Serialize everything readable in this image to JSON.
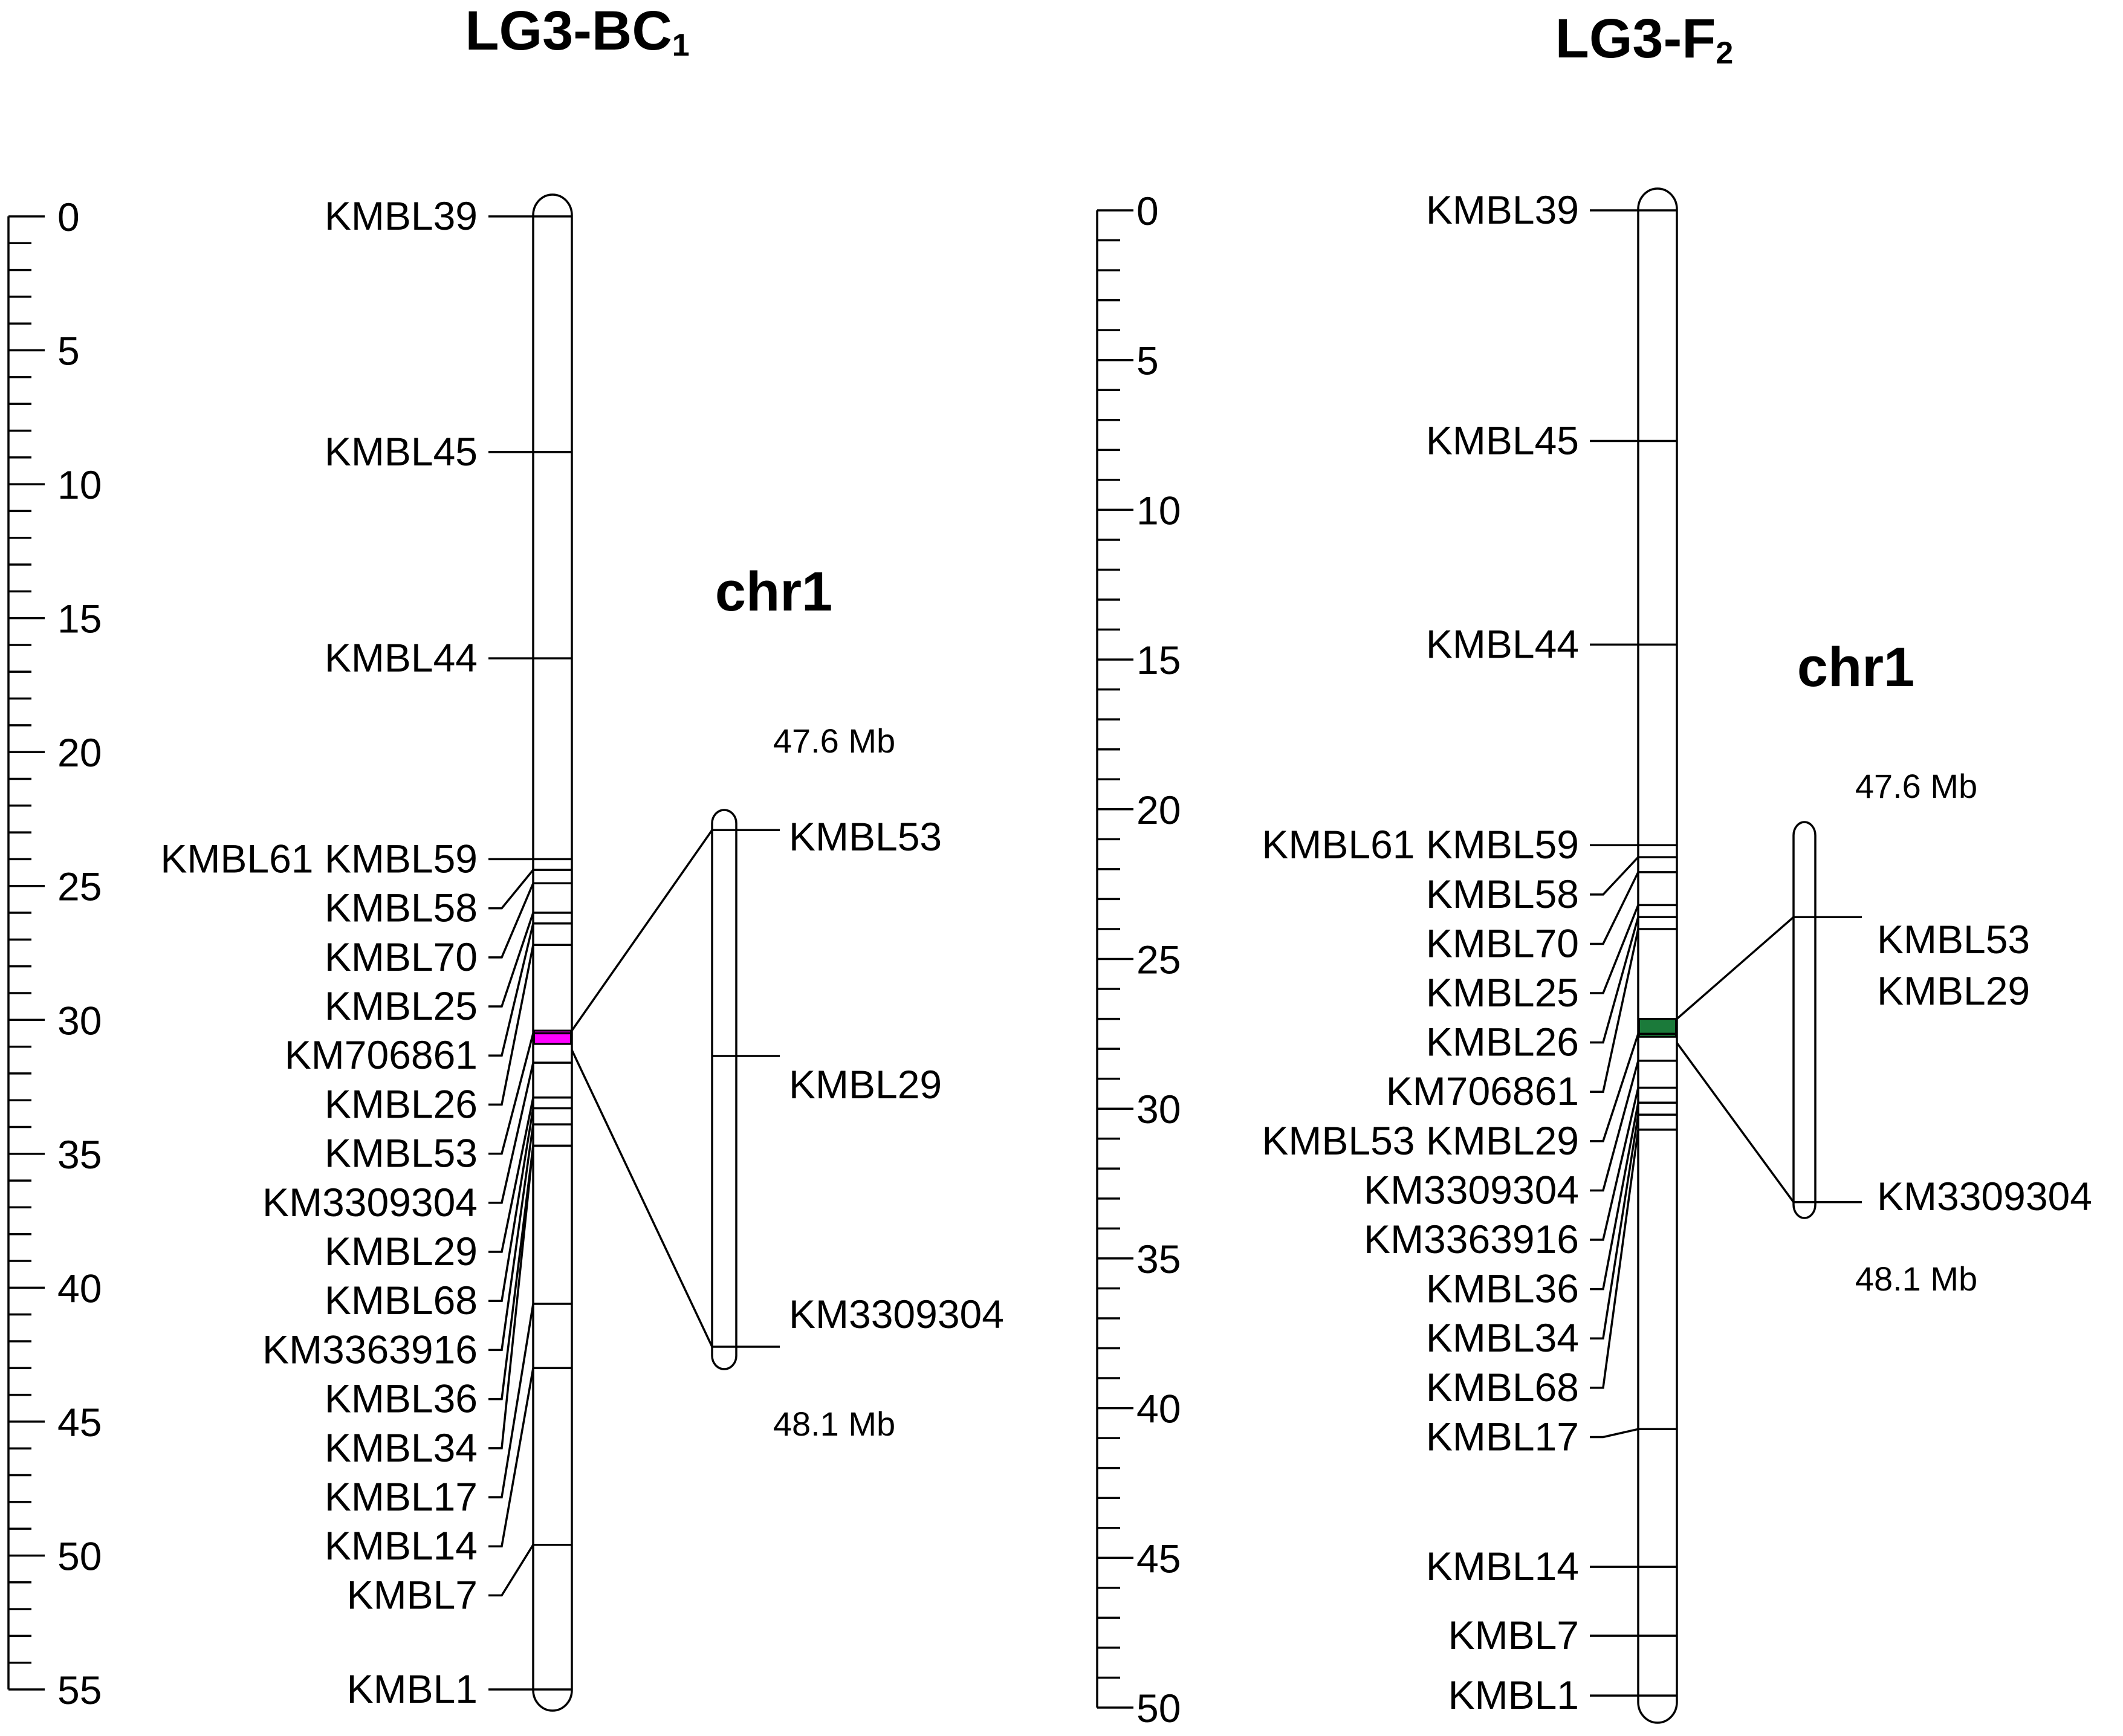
{
  "panels": [
    {
      "id": "bc1",
      "title": "LG3-BC",
      "title_sub": "1",
      "scale": {
        "min": 0,
        "max": 55,
        "major_step": 5,
        "minor_step": 1,
        "labels": [
          "0",
          "5",
          "10",
          "15",
          "20",
          "25",
          "30",
          "35",
          "40",
          "45",
          "50",
          "55"
        ]
      },
      "markers": [
        {
          "name": "KMBL39",
          "pos": 0
        },
        {
          "name": "KMBL45",
          "pos": 8.8
        },
        {
          "name": "KMBL44",
          "pos": 16.5
        },
        {
          "name": "KMBL61 KMBL59",
          "pos": 24.0
        },
        {
          "name": "KMBL58",
          "pos": 24.4
        },
        {
          "name": "KMBL70",
          "pos": 24.9
        },
        {
          "name": "KMBL25",
          "pos": 26.0
        },
        {
          "name": "KM706861",
          "pos": 26.4
        },
        {
          "name": "KMBL26",
          "pos": 27.2
        },
        {
          "name": "KMBL53",
          "pos": 30.5
        },
        {
          "name": "KM3309304",
          "pos": 31.6
        },
        {
          "name": "KMBL29",
          "pos": 32.9
        },
        {
          "name": "KMBL68",
          "pos": 33.3
        },
        {
          "name": "KM3363916",
          "pos": 33.9
        },
        {
          "name": "KMBL36",
          "pos": 34.7
        },
        {
          "name": "KMBL34",
          "pos": 34.7
        },
        {
          "name": "KMBL17",
          "pos": 40.6
        },
        {
          "name": "KMBL14",
          "pos": 43.0
        },
        {
          "name": "KMBL7",
          "pos": 49.6
        },
        {
          "name": "KMBL1",
          "pos": 55.0
        }
      ],
      "qtl": {
        "from": 30.4,
        "to": 30.9,
        "color": "#ff00ff"
      },
      "physical": {
        "title": "chr1",
        "top_label": "47.6 Mb",
        "bottom_label": "48.1 Mb",
        "markers": [
          {
            "name": "KMBL53",
            "pos_mb": 47.618
          },
          {
            "name": "KMBL29",
            "pos_mb": 47.82
          },
          {
            "name": "KM3309304",
            "pos_mb": 48.08
          }
        ]
      }
    },
    {
      "id": "f2",
      "title": "LG3-F",
      "title_sub": "2",
      "scale": {
        "min": 0,
        "max": 50,
        "major_step": 5,
        "minor_step": 1,
        "labels": [
          "0",
          "5",
          "10",
          "15",
          "20",
          "25",
          "30",
          "35",
          "40",
          "45",
          "50"
        ]
      },
      "markers": [
        {
          "name": "KMBL39",
          "pos": 0
        },
        {
          "name": "KMBL45",
          "pos": 7.7
        },
        {
          "name": "KMBL44",
          "pos": 14.5
        },
        {
          "name": "KMBL61 KMBL59",
          "pos": 21.2
        },
        {
          "name": "KMBL58",
          "pos": 21.6
        },
        {
          "name": "KMBL70",
          "pos": 22.1
        },
        {
          "name": "KMBL25",
          "pos": 23.2
        },
        {
          "name": "KMBL26",
          "pos": 23.6
        },
        {
          "name": "KM706861",
          "pos": 24.0
        },
        {
          "name": "KMBL53 KMBL29",
          "pos": 27.5
        },
        {
          "name": "KM3309304",
          "pos": 28.4
        },
        {
          "name": "KM3363916",
          "pos": 29.3
        },
        {
          "name": "KMBL36",
          "pos": 29.8
        },
        {
          "name": "KMBL34",
          "pos": 30.2
        },
        {
          "name": "KMBL68",
          "pos": 30.7
        },
        {
          "name": "KMBL17",
          "pos": 40.7
        },
        {
          "name": "KMBL14",
          "pos": 45.3
        },
        {
          "name": "KMBL7",
          "pos": 47.6
        },
        {
          "name": "KMBL1",
          "pos": 49.6
        }
      ],
      "qtl": {
        "from": 27.0,
        "to": 27.6,
        "color": "#1b7a3a"
      },
      "physical": {
        "title": "chr1",
        "top_label": "47.6 Mb",
        "bottom_label": "48.1 Mb",
        "markers": [
          {
            "name": "KMBL53",
            "pos_mb": 47.72
          },
          {
            "name": "KMBL29",
            "pos_mb": 47.72
          },
          {
            "name": "KM3309304",
            "pos_mb": 48.08
          }
        ]
      }
    }
  ]
}
